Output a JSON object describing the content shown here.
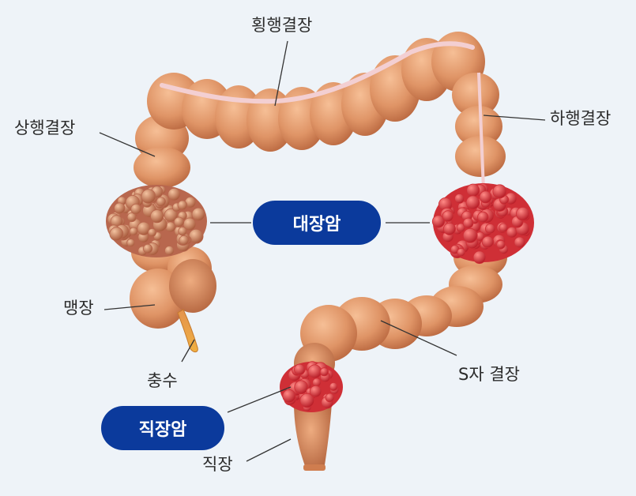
{
  "labels": {
    "transverse": "횡행결장",
    "ascending": "상행결장",
    "descending": "하행결장",
    "cecum": "맹장",
    "appendix": "충수",
    "sigmoid": "S자 결장",
    "rectum": "직장"
  },
  "badges": {
    "colon_cancer": "대장암",
    "rectal_cancer": "직장암"
  },
  "colors": {
    "badge": "#0b3a9c",
    "tissue": "#d98a5e",
    "tumor_left": "#b8674e",
    "tumor_right": "#cf2f36",
    "background": "#eef3f8"
  }
}
